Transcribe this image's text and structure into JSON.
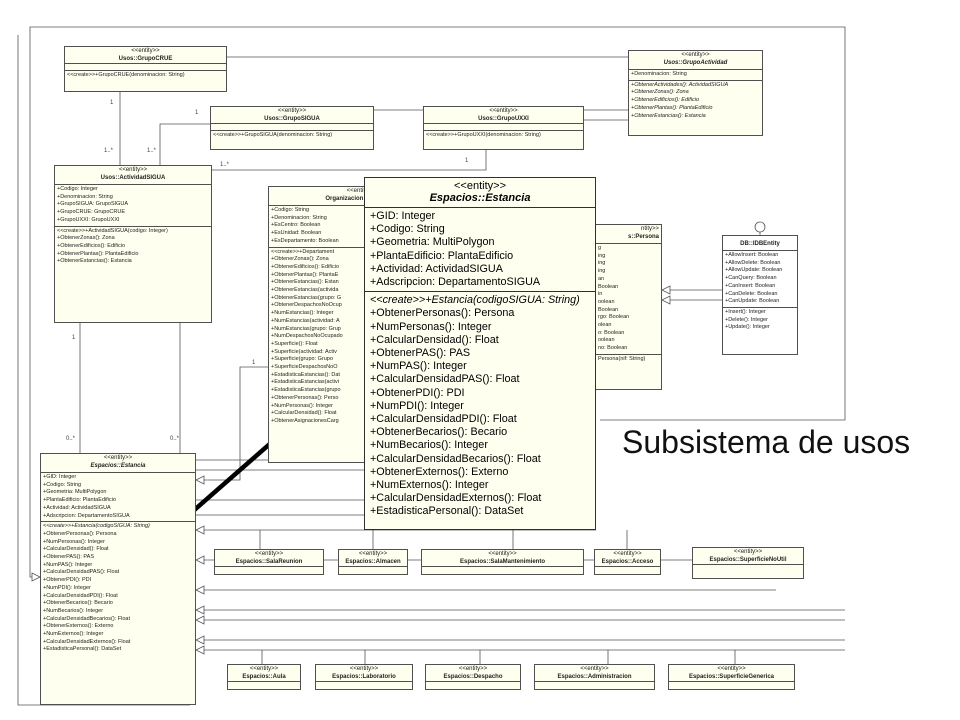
{
  "subtitle": "Subsistema de usos",
  "stereotype": "<<entity>>",
  "classes": {
    "grupo_crue": {
      "name": "Usos::GrupoCRUE",
      "attributes": [],
      "operations": [
        "<<create>>+GrupoCRUE(denominacion: String)"
      ]
    },
    "grupo_actividad": {
      "name": "Usos::GrupoActividad",
      "attributes": [
        "+Denominacion: String"
      ],
      "operations": [
        "+ObtenerActividades(): ActividadSIGUA",
        "+ObtenerZonas(): Zona",
        "+ObtenerEdificios(): Edificio",
        "+ObtenerPlantas(): PlantaEdificio",
        "+ObtenerEstancias(): Estancia"
      ]
    },
    "grupo_sigua": {
      "name": "Usos::GrupoSIGUA",
      "attributes": [],
      "operations": [
        "<<create>>+GrupoSIGUA(denominacion: String)"
      ]
    },
    "grupo_uxxi": {
      "name": "Usos::GrupoUXXI",
      "attributes": [],
      "operations": [
        "<<create>>+GrupoUXXI(denominacion: String)"
      ]
    },
    "actividad_sigua": {
      "name": "Usos::ActividadSIGUA",
      "attributes": [
        "+Codigo: Integer",
        "+Denominacion: String",
        "+GrupoSIGUA: GrupoSIGUA",
        "+GrupoCRUE: GrupoCRUE",
        "+GrupoUXXI: GrupoUXXI"
      ],
      "operations": [
        "<<create>>+ActividadSIGUA(codigo: Integer)",
        "+ObtenerZonas(): Zona",
        "+ObtenerEdificios(): Edificio",
        "+ObtenerPlantas(): PlantaEdificio",
        "+ObtenerEstancias(): Estancia"
      ]
    },
    "organizacion": {
      "name": "Organizacion::De",
      "attributes": [
        "+Codigo: String",
        "+Denominacion: String",
        "+EsCentro: Boolean",
        "+EsUnidad: Boolean",
        "+EsDepartamento: Boolean"
      ],
      "operations": [
        "<<create>>+Departament",
        "+ObtenerZonas(): Zona",
        "+ObtenerEdificios(): Edificio",
        "+ObtenerPlantas(): PlantaE",
        "+ObtenerEstancias(): Estan",
        "+ObtenerEstancias(activida",
        "+ObtenerEstancias(grupo: G",
        "+ObtenerDespachosNoOcup",
        "+NumEstancias(): Integer",
        "+NumEstancias(actividad: A",
        "+NumEstancias(grupo: Grup",
        "+NumDespachosNoOcupado",
        "+Superficie(): Float",
        "+Superficie(actividad: Activ",
        "+Superficie(grupo: Grupo",
        "+SuperficieDespachosNoO",
        "+EstadisticaEstancias(): Dat",
        "+EstadisticaEstancias(activi",
        "+EstadisticaEstancias(grupo",
        "+ObtenerPersonas(): Perso",
        "+NumPersonas(): Integer",
        "+CalcularDensidad(): Float",
        "+ObtenerAsignacionesCarg"
      ]
    },
    "persona": {
      "name": "s::Persona",
      "stereotype_fragment": "ntity>>",
      "attributes": [
        "g",
        "ing",
        "ing",
        "ing",
        "an",
        "Boolean",
        "in",
        "oolean",
        "Boolean",
        "rgo: Boolean",
        "olean",
        "o: Boolean",
        "oolean",
        "no: Boolean"
      ],
      "operations": [
        "Persona(nif: String)"
      ]
    },
    "db_ientity": {
      "name": "DB::IDBEntity",
      "attributes": [
        "+AllowInsert: Boolean",
        "+AllowDelete: Boolean",
        "+AllowUpdate: Boolean",
        "+CanQuery: Boolean",
        "+CanInsert: Boolean",
        "+CanDelete: Boolean",
        "+CanUpdate: Boolean"
      ],
      "operations": [
        "+Insert(): Integer",
        "+Delete(): Integer",
        "+Update(): Integer"
      ]
    },
    "estancia": {
      "name": "Espacios::Estancia",
      "attributes": [
        "+GID: Integer",
        "+Codigo: String",
        "+Geometria: MultiPolygon",
        "+PlantaEdificio: PlantaEdificio",
        "+Actividad: ActividadSIGUA",
        "+Adscripcion: DepartamentoSIGUA"
      ],
      "operations": [
        "<<create>>+Estancia(codigoSIGUA: String)",
        "+ObtenerPersonas(): Persona",
        "+NumPersonas(): Integer",
        "+CalcularDensidad(): Float",
        "+ObtenerPAS(): PAS",
        "+NumPAS(): Integer",
        "+CalcularDensidadPAS(): Float",
        "+ObtenerPDI(): PDI",
        "+NumPDI(): Integer",
        "+CalcularDensidadPDI(): Float",
        "+ObtenerBecarios(): Becario",
        "+NumBecarios(): Integer",
        "+CalcularDensidadBecarios(): Float",
        "+ObtenerExternos(): Externo",
        "+NumExternos(): Integer",
        "+CalcularDensidadExternos(): Float",
        "+EstadisticaPersonal(): DataSet"
      ]
    },
    "sala_reunion": {
      "name": "Espacios::SalaReunion"
    },
    "almacen": {
      "name": "Espacios::Almacen"
    },
    "sala_mantenimiento": {
      "name": "Espacios::SalaMantenimiento"
    },
    "acceso": {
      "name": "Espacios::Acceso"
    },
    "superficie_no_util": {
      "name": "Espacios::SuperficieNoUtil"
    },
    "aula": {
      "name": "Espacios::Aula"
    },
    "laboratorio": {
      "name": "Espacios::Laboratorio"
    },
    "despacho": {
      "name": "Espacios::Despacho"
    },
    "administracion": {
      "name": "Espacios::Administracion"
    },
    "superficie_generica": {
      "name": "Espacios::SuperficieGenerica"
    }
  },
  "multiplicities": {
    "one": "1",
    "one_many": "1..*",
    "zero_many": "0..*"
  }
}
